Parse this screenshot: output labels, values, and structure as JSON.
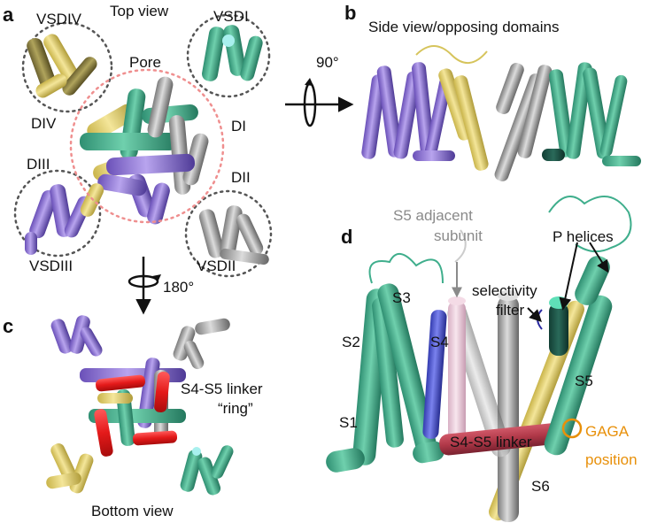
{
  "panels": {
    "a": {
      "letter": "a",
      "title": "Top view",
      "pore": "Pore",
      "vsd": [
        "VSDIV",
        "VSDI",
        "VSDIII",
        "VSDII"
      ],
      "domains": [
        "DIV",
        "DI",
        "DIII",
        "DII"
      ]
    },
    "b": {
      "letter": "b",
      "title": "Side view/opposing domains",
      "rotation": "90°"
    },
    "c": {
      "letter": "c",
      "rotation": "180°",
      "linker_line1": "S4-S5 linker",
      "linker_line2": "“ring”",
      "bottom": "Bottom view"
    },
    "d": {
      "letter": "d",
      "adjacent_line1": "S5 adjacent",
      "adjacent_line2": "subunit",
      "p_helices": "P helices",
      "selectivity_line1": "selectivity",
      "selectivity_line2": "filter",
      "segments": [
        "S1",
        "S2",
        "S3",
        "S4",
        "S5",
        "S6"
      ],
      "linker": "S4-S5 linker",
      "gaga_line1": "GAGA",
      "gaga_line2": "position"
    }
  },
  "colors": {
    "teal": "#3fae8c",
    "purple": "#8a6fd0",
    "yellow": "#e2cf6a",
    "olive": "#8a7e3c",
    "grey": "#9a9a9a",
    "red": "#e41a1a",
    "blue": "#4a52c8",
    "pink": "#e8c8d8",
    "maroon": "#b03848",
    "orange": "#e8900a"
  }
}
